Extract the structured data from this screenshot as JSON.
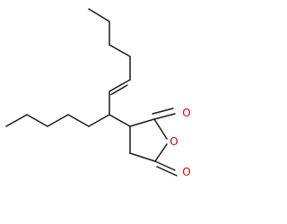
{
  "molecule": {
    "atoms": [
      {
        "id": "O1",
        "label": "O",
        "color": "#d40000"
      },
      {
        "id": "O2",
        "label": "O",
        "color": "#d40000"
      },
      {
        "id": "O3",
        "label": "O",
        "color": "#d40000"
      }
    ],
    "bond_color": "#1a1a1a"
  }
}
